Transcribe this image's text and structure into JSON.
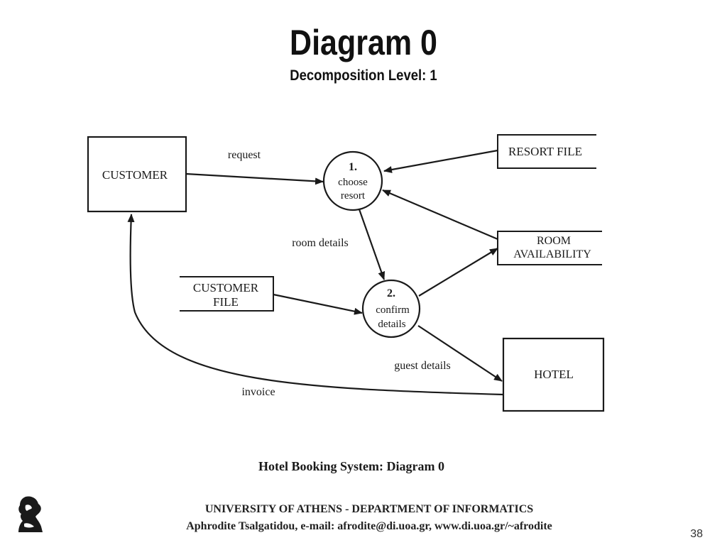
{
  "slide": {
    "title": "Diagram 0",
    "subtitle": "Decomposition Level: 1",
    "page_number": "38"
  },
  "diagram": {
    "caption": "Hotel Booking System: Diagram 0",
    "entities": {
      "customer": "CUSTOMER",
      "hotel": "HOTEL"
    },
    "stores": {
      "resort_file": "RESORT FILE",
      "room_availability_line1": "ROOM",
      "room_availability_line2": "AVAILABILITY",
      "customer_file_line1": "CUSTOMER",
      "customer_file_line2": "FILE"
    },
    "processes": {
      "p1_number": "1.",
      "p1_line1": "choose",
      "p1_line2": "resort",
      "p2_number": "2.",
      "p2_line1": "confirm",
      "p2_line2": "details"
    },
    "flows": {
      "request": "request",
      "room_details": "room details",
      "guest_details": "guest details",
      "invoice": "invoice"
    }
  },
  "footer": {
    "line1": "UNIVERSITY OF ATHENS - DEPARTMENT OF INFORMATICS",
    "line2": "Aphrodite Tsalgatidou, e-mail: afrodite@di.uoa.gr, www.di.uoa.gr/~afrodite"
  },
  "logo_icon": "athena-head-icon"
}
